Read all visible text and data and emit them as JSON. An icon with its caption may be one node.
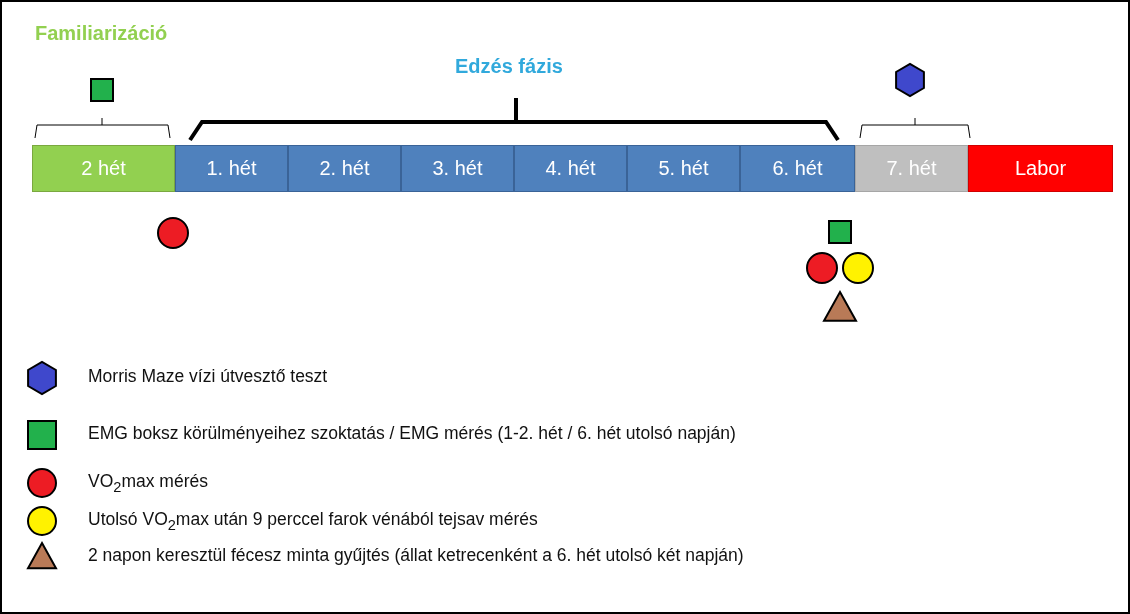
{
  "diagram": {
    "nodes": [
      {
        "text": [
          "2 hét"
        ]
      },
      {
        "text": [
          "1. hét"
        ]
      },
      {
        "text": [
          "2. hét"
        ]
      },
      {
        "text": [
          "3. hét"
        ]
      },
      {
        "text": [
          "4. hét"
        ]
      },
      {
        "text": [
          "5. hét"
        ]
      },
      {
        "text": [
          "6. hét"
        ]
      },
      {
        "text": [
          "7. hét"
        ]
      },
      {
        "text": [
          "Labor"
        ]
      }
    ],
    "labels": [
      "Familiarizáció",
      "Edzés fázis"
    ],
    "legend": [
      {
        "text": "Morris Maze vízi útvesztő teszt",
        "color": "#3f48cc"
      },
      {
        "text": "EMG boksz körülményeihez szoktatás / EMG mérés (1-2. hét / 6. hét utolsó napján)",
        "color": "#22b14c"
      },
      {
        "text": "VO$_{2}$max mérés",
        "color": "#ed1c24"
      },
      {
        "text": "Utolsó VO$_{2}$max után 9 perccel farok vénából tejsav mérés",
        "color": "#fff200"
      },
      {
        "text": "2 napon keresztül fécesz minta gyűjtés (állat ketrecenként a 6. hét utolsó két napján)",
        "color": "#b97a57"
      }
    ]
  }
}
